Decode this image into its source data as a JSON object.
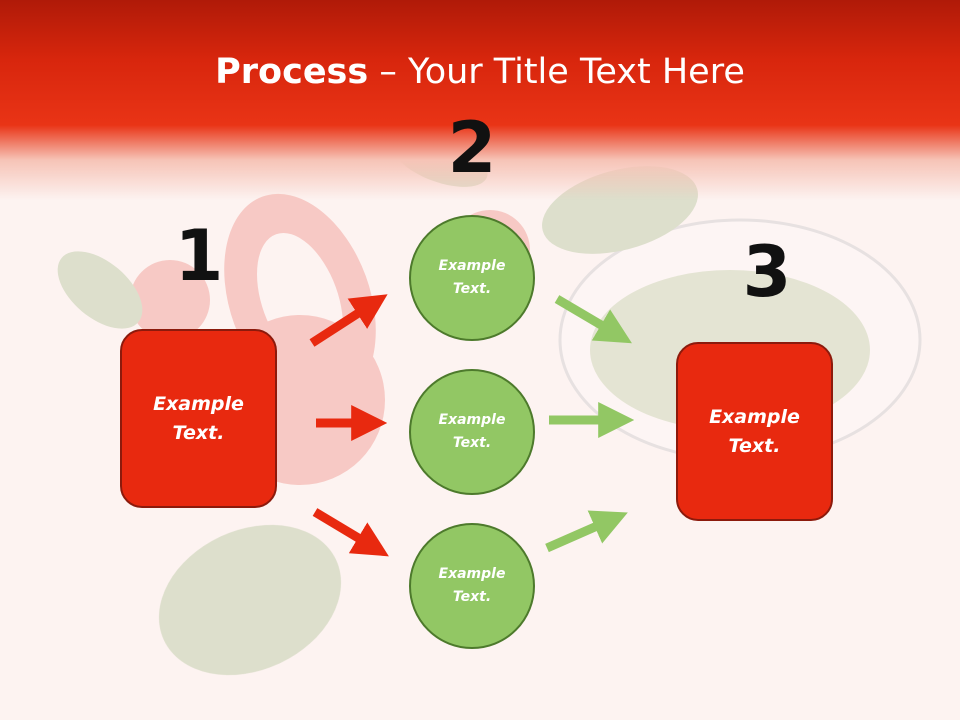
{
  "title": {
    "strong": "Process",
    "rest": " – Your Title Text Here"
  },
  "steps": [
    {
      "number": "1",
      "box_text": "Example Text."
    },
    {
      "number": "2",
      "circles": [
        "Example Text.",
        "Example Text.",
        "Example Text."
      ]
    },
    {
      "number": "3",
      "box_text": "Example Text."
    }
  ],
  "colors": {
    "header": "#e93416",
    "box": "#e8290f",
    "circle": "#92c764",
    "arrow_red": "#e8290f",
    "arrow_green": "#92c764"
  }
}
